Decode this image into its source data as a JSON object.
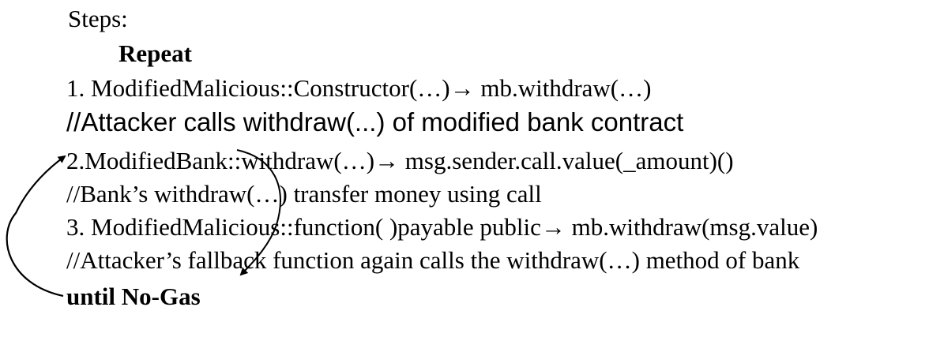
{
  "steps_label": "Steps:",
  "repeat_label": "Repeat",
  "lines": {
    "step1": "1. ModifiedMalicious::Constructor(…)→ mb.withdraw(…)",
    "comment1": "//Attacker calls withdraw(...) of modified bank contract",
    "step2": "2.ModifiedBank::withdraw(…)→ msg.sender.call.value(_amount)()",
    "comment2": "//Bank’s withdraw(…) transfer money using call",
    "step3": "3. ModifiedMalicious::function( )payable public→ mb.withdraw(msg.value)",
    "comment3": "//Attacker’s fallback function again calls the withdraw(…) method of bank"
  },
  "until_label": "until No-Gas",
  "colors": {
    "text": "#000000",
    "arrow": "#000000"
  }
}
